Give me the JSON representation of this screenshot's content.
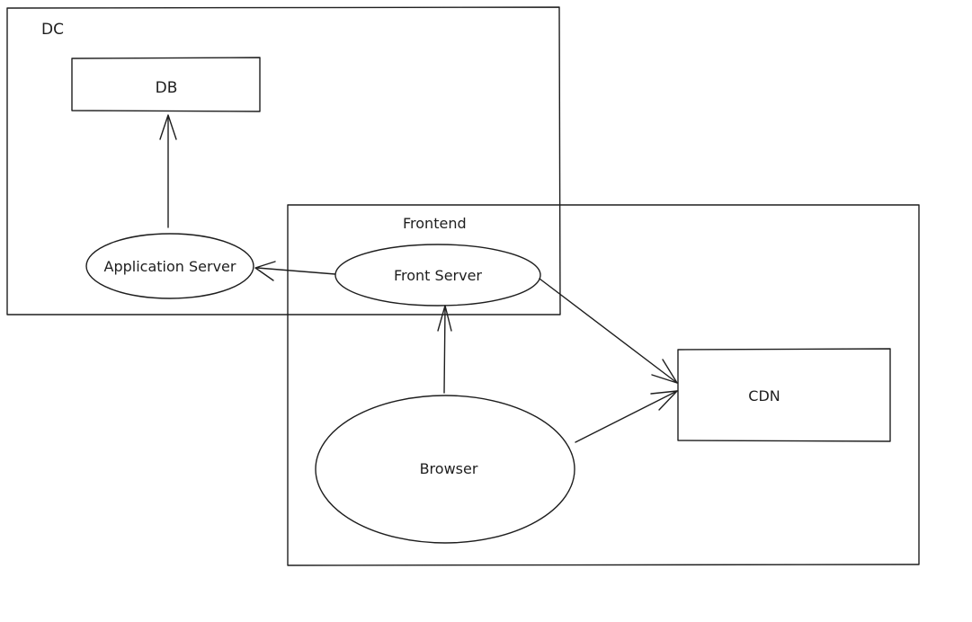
{
  "diagram": {
    "groups": {
      "dc": {
        "label": "DC"
      },
      "frontend": {
        "label": "Frontend"
      }
    },
    "nodes": {
      "db": {
        "label": "DB",
        "shape": "rectangle"
      },
      "app_server": {
        "label": "Application Server",
        "shape": "ellipse"
      },
      "front_server": {
        "label": "Front Server",
        "shape": "ellipse"
      },
      "cdn": {
        "label": "CDN",
        "shape": "rectangle"
      },
      "browser": {
        "label": "Browser",
        "shape": "ellipse"
      }
    },
    "edges": [
      {
        "from": "Application Server",
        "to": "DB"
      },
      {
        "from": "Front Server",
        "to": "Application Server"
      },
      {
        "from": "Browser",
        "to": "Front Server"
      },
      {
        "from": "Front Server",
        "to": "CDN"
      },
      {
        "from": "Browser",
        "to": "CDN"
      }
    ],
    "stroke_color": "#1e1e1e",
    "background": "#ffffff"
  }
}
